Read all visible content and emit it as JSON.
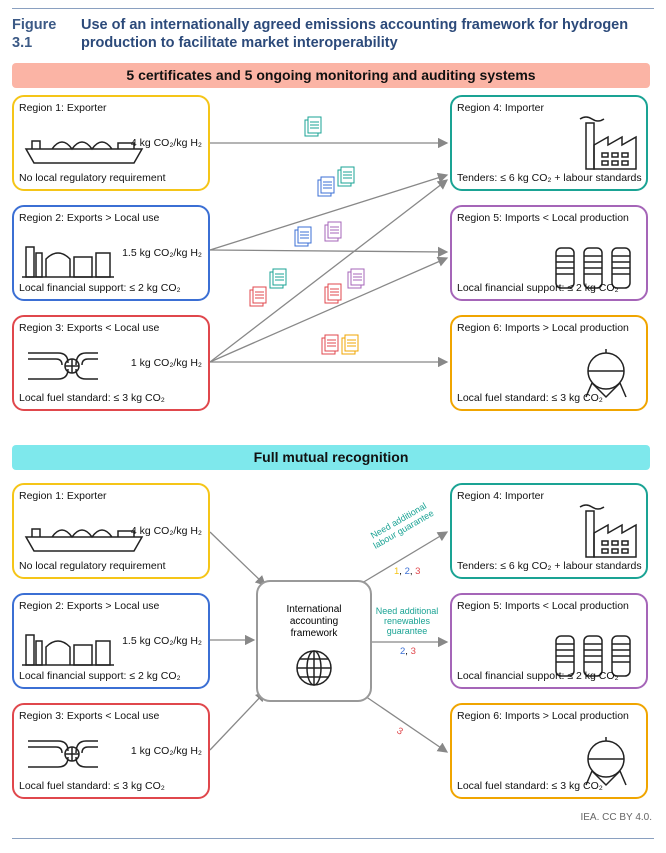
{
  "figure": {
    "number": "Figure 3.1",
    "title": "Use of an internationally agreed emissions accounting framework for hydrogen production to facilitate market interoperability"
  },
  "top": {
    "banner": "5 certificates and 5 ongoing monitoring and auditing systems",
    "banner_color": "#fbb4a5"
  },
  "bottom": {
    "banner": "Full mutual recognition",
    "banner_color": "#7ee8ec",
    "center": "International accounting framework",
    "notes": {
      "labour": "Need additional labour guarantee",
      "labour_nums": [
        "1",
        "2",
        "3"
      ],
      "renew": "Need additional renewables guarantee",
      "renew_nums": [
        "2",
        "3"
      ],
      "r6_nums": [
        "3"
      ]
    }
  },
  "regions": [
    {
      "title": "Region 1: Exporter",
      "emission": "4 kg CO₂/kg H₂",
      "footer": "No local regulatory requirement",
      "color": "#f5c518",
      "icon": "ship-icon"
    },
    {
      "title": "Region 2: Exports > Local use",
      "emission": "1.5 kg CO₂/kg H₂",
      "footer": "Local financial support: ≤ 2 kg CO₂",
      "color": "#3b6fd4",
      "icon": "plant-icon"
    },
    {
      "title": "Region 3: Exports < Local use",
      "emission": "1 kg CO₂/kg H₂",
      "footer": "Local fuel standard: ≤ 3 kg CO₂",
      "color": "#e0474c",
      "icon": "pipeline-icon"
    },
    {
      "title": "Region 4: Importer",
      "footer": "Tenders: ≤ 6 kg CO₂ + labour standards",
      "color": "#1aa394",
      "icon": "factory-icon"
    },
    {
      "title": "Region 5: Imports < Local production",
      "footer": "Local financial support: ≤ 2 kg CO₂",
      "color": "#a565b8",
      "icon": "electrolyser-icon"
    },
    {
      "title": "Region 6: Imports > Local production",
      "footer": "Local fuel standard: ≤ 3 kg CO₂",
      "color": "#f0a500",
      "icon": "storage-tank-icon"
    }
  ],
  "credit": "IEA. CC BY 4.0."
}
